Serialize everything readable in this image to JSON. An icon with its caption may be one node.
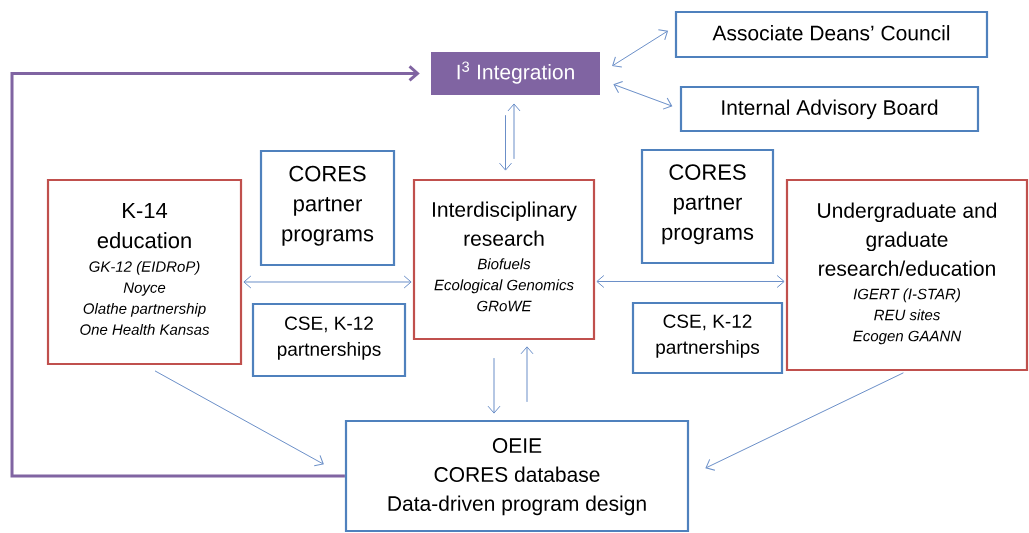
{
  "diagram": {
    "nodes": [
      {
        "text": [
          "I$^{3}$ Integration"
        ]
      },
      {
        "text": [
          "Associate Deans’ Council"
        ]
      },
      {
        "text": [
          "Internal Advisory Board"
        ]
      },
      {
        "text": [
          "K-14 education",
          "GK-12 (EIDRoP)",
          "Noyce",
          "Olathe partnership",
          "One Health Kansas"
        ]
      },
      {
        "text": [
          "CORES partner programs"
        ]
      },
      {
        "text": [
          "CSE, K-12 partnerships"
        ]
      },
      {
        "text": [
          "Interdisciplinary research",
          "Biofuels",
          "Ecological Genomics",
          "GRoWE"
        ]
      },
      {
        "text": [
          "CORES partner programs"
        ]
      },
      {
        "text": [
          "CSE, K-12 partnerships"
        ]
      },
      {
        "text": [
          "Undergraduate and graduate research/education",
          "IGERT (I-STAR)",
          "REU sites",
          "Ecogen GAANN"
        ]
      },
      {
        "text": [
          "OEIE",
          "CORES database",
          "Data-driven program design"
        ]
      }
    ],
    "edges": [
      {
        "from": 0,
        "to": 1,
        "arrow": "both"
      },
      {
        "from": 0,
        "to": 2,
        "arrow": "both"
      },
      {
        "from": 0,
        "to": 6,
        "arrow": "to"
      },
      {
        "from": 6,
        "to": 0,
        "arrow": "to"
      },
      {
        "from": 3,
        "to": 6,
        "arrow": "both"
      },
      {
        "from": 6,
        "to": 9,
        "arrow": "both"
      },
      {
        "from": 6,
        "to": 10,
        "arrow": "to"
      },
      {
        "from": 10,
        "to": 6,
        "arrow": "to"
      },
      {
        "from": 3,
        "to": 10,
        "arrow": "to"
      },
      {
        "from": 9,
        "to": 10,
        "arrow": "to"
      },
      {
        "from": 10,
        "to": 0,
        "arrow": "to",
        "style": "thick",
        "color": "#8064a2"
      }
    ]
  }
}
